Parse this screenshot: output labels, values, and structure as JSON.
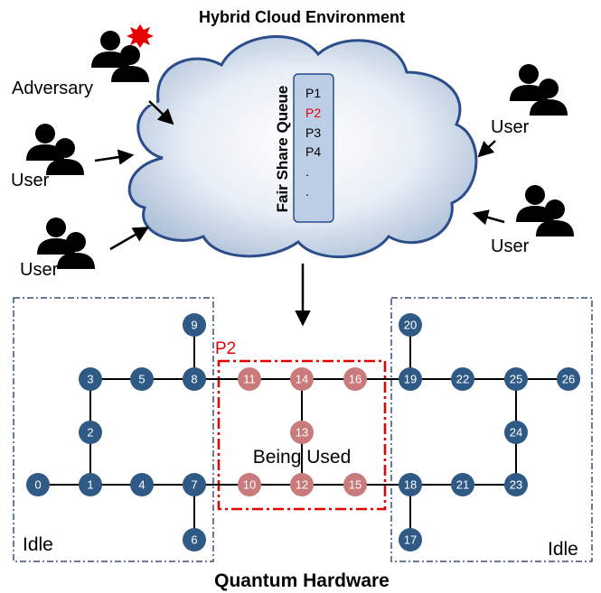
{
  "cloud_title": "Hybrid Cloud Environment",
  "hardware_title": "Quantum Hardware",
  "queue": {
    "label": "Fair Share Queue",
    "items": [
      "P1",
      "P2",
      "P3",
      "P4",
      ".",
      "."
    ],
    "highlight_index": 1,
    "highlight_color": "#e60000"
  },
  "actors": [
    {
      "id": "adversary",
      "label": "Adversary"
    },
    {
      "id": "user-left-1",
      "label": "User"
    },
    {
      "id": "user-left-2",
      "label": "User"
    },
    {
      "id": "user-right-1",
      "label": "User"
    },
    {
      "id": "user-right-2",
      "label": "User"
    }
  ],
  "region_labels": {
    "idle_left": "Idle",
    "idle_right": "Idle",
    "partition": "P2",
    "in_use": "Being Used"
  },
  "colors": {
    "idle_node": "#2f5a86",
    "used_node": "#c97a7a",
    "partition": "#e60000",
    "idle_box": "#3a4f78",
    "cloud_edge": "#2b4d8a",
    "cloud_fill": "#dce6f2"
  },
  "qubits": {
    "idle": [
      "0",
      "1",
      "2",
      "3",
      "4",
      "5",
      "6",
      "7",
      "8",
      "9",
      "17",
      "18",
      "19",
      "20",
      "21",
      "22",
      "23",
      "24",
      "25",
      "26"
    ],
    "in_use": [
      "10",
      "11",
      "12",
      "13",
      "14",
      "15",
      "16"
    ],
    "couplings": [
      [
        "3",
        "5"
      ],
      [
        "5",
        "8"
      ],
      [
        "8",
        "9"
      ],
      [
        "8",
        "11"
      ],
      [
        "11",
        "14"
      ],
      [
        "14",
        "16"
      ],
      [
        "16",
        "19"
      ],
      [
        "19",
        "20"
      ],
      [
        "19",
        "22"
      ],
      [
        "22",
        "25"
      ],
      [
        "25",
        "26"
      ],
      [
        "25",
        "24"
      ],
      [
        "24",
        "23"
      ],
      [
        "23",
        "21"
      ],
      [
        "21",
        "18"
      ],
      [
        "18",
        "17"
      ],
      [
        "18",
        "15"
      ],
      [
        "15",
        "12"
      ],
      [
        "12",
        "10"
      ],
      [
        "10",
        "7"
      ],
      [
        "7",
        "6"
      ],
      [
        "7",
        "4"
      ],
      [
        "4",
        "1"
      ],
      [
        "1",
        "0"
      ],
      [
        "1",
        "2"
      ],
      [
        "2",
        "3"
      ],
      [
        "14",
        "13"
      ],
      [
        "13",
        "12"
      ]
    ]
  }
}
